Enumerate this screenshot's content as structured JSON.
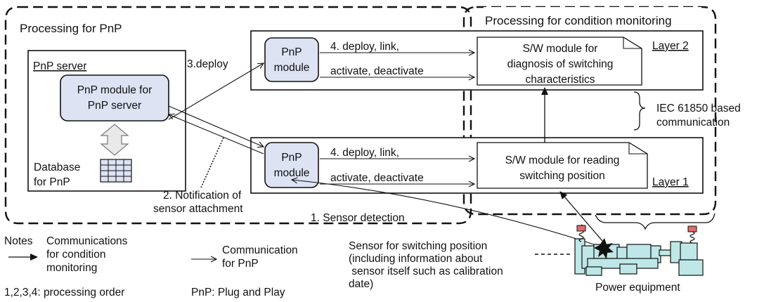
{
  "regions": {
    "pnp": "Processing for PnP",
    "cm": "Processing for condition monitoring"
  },
  "server": {
    "title": "PnP server",
    "module": [
      "PnP module for",
      "PnP server"
    ],
    "database": [
      "Database",
      "for PnP"
    ]
  },
  "layer2": {
    "label": "Layer 2",
    "pnp_module": [
      "PnP",
      "module"
    ],
    "actions": [
      "4. deploy, link,",
      "activate, deactivate"
    ],
    "sw_module": [
      "S/W module for",
      "diagnosis of switching",
      "characteristics"
    ]
  },
  "layer1": {
    "label": "Layer 1",
    "pnp_module": [
      "PnP",
      "module"
    ],
    "actions": [
      "4. deploy, link,",
      "activate, deactivate"
    ],
    "sw_module": [
      "S/W module for reading",
      "switching position"
    ]
  },
  "arrows": {
    "deploy": "3.deploy",
    "notification": [
      "2. Notification of",
      "sensor attachment"
    ],
    "detection": "1. Sensor detection"
  },
  "iec": [
    "IEC 61850 based",
    "communication"
  ],
  "sensor": [
    "Sensor for switching position",
    "(including information about",
    " sensor itself such as calibration",
    "date)"
  ],
  "equipment": "Power equipment",
  "notes": {
    "title": "Notes",
    "cm_comm": [
      "Communications",
      "for condition",
      "monitoring"
    ],
    "pnp_comm": [
      "Communication",
      "for PnP"
    ],
    "order": "1,2,3,4: processing order",
    "abbrev": "PnP: Plug and Play"
  },
  "colors": {
    "module_fill": "#dde3f3",
    "equipment_fill": "#bfe7e8",
    "sensor_top": "#e06b6b",
    "line": "#111111"
  }
}
